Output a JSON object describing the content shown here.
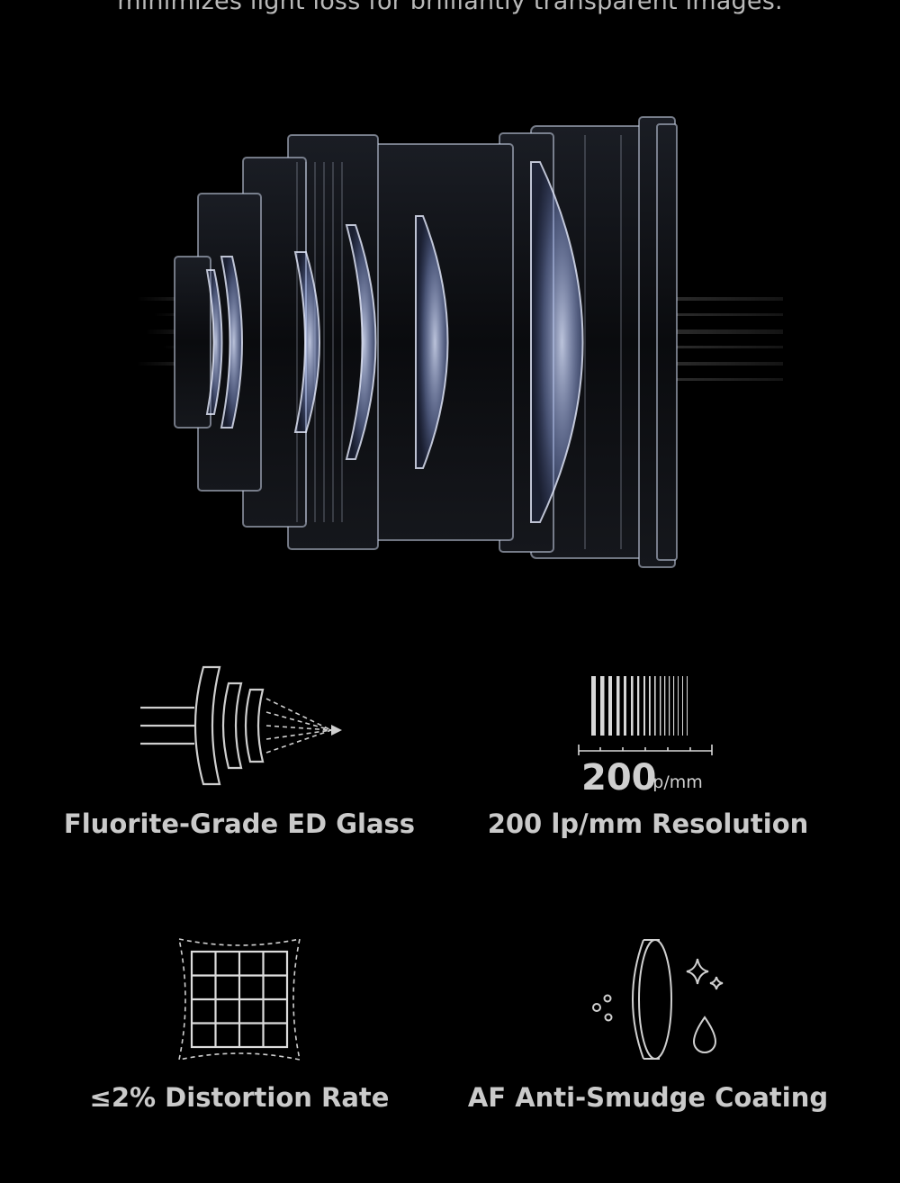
{
  "intro": {
    "text": "minimizes light loss for brilliantly transparent images."
  },
  "hero": {
    "image": "lens-cross-section-xray"
  },
  "features": [
    {
      "label": "Fluorite-Grade ED Glass",
      "icon": "lens-elements-icon"
    },
    {
      "label": "200 lp/mm Resolution",
      "icon": "resolution-chart-icon",
      "value": "200",
      "unit": "lp/mm"
    },
    {
      "label": "≤2% Distortion Rate",
      "icon": "distortion-grid-icon"
    },
    {
      "label": "AF Anti-Smudge Coating",
      "icon": "coated-lens-icon"
    }
  ],
  "colors": {
    "background": "#000000",
    "text": "#cacaca",
    "glow": "#9fb4ff"
  }
}
